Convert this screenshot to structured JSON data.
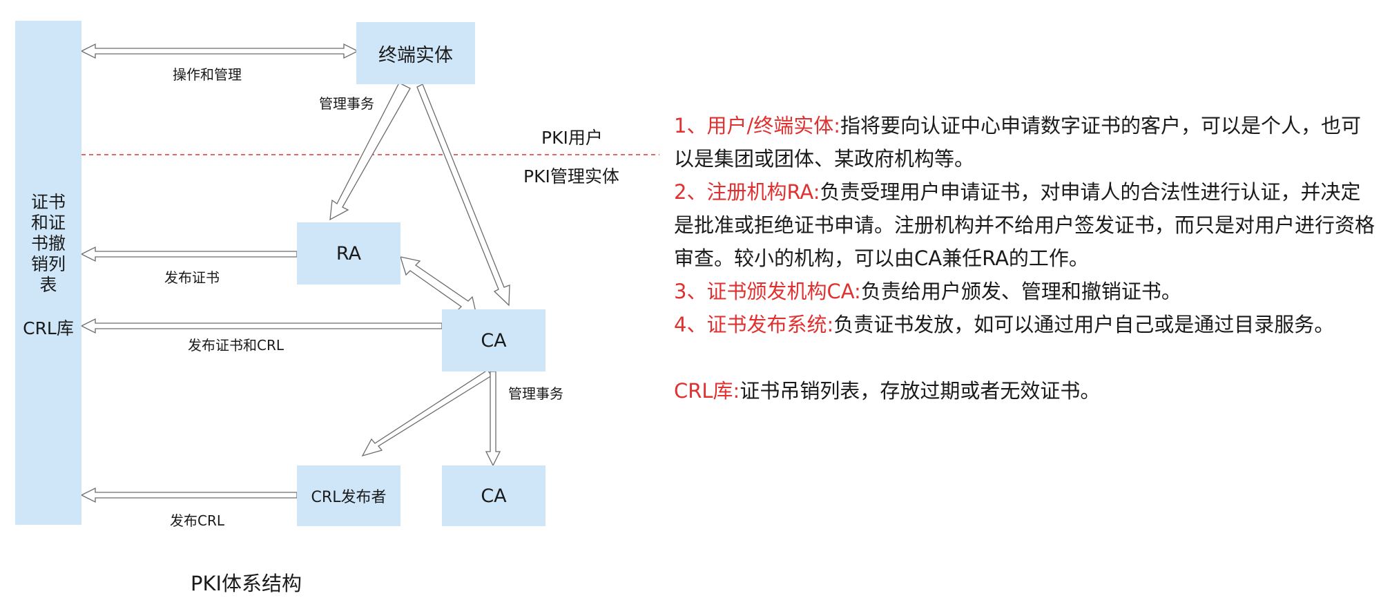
{
  "diagram": {
    "left_column": {
      "label": "证书\n和证\n书撤\n销列\n表",
      "crl_label": "CRL库"
    },
    "nodes": {
      "end_entity": "终端实体",
      "ra": "RA",
      "ca": "CA",
      "ca2": "CA",
      "crl_publisher": "CRL发布者"
    },
    "edge_labels": {
      "operate_manage": "操作和管理",
      "mgmt_affairs_top": "管理事务",
      "publish_cert": "发布证书",
      "publish_cert_crl": "发布证书和CRL",
      "mgmt_affairs_bottom": "管理事务",
      "publish_crl": "发布CRL"
    },
    "divider": {
      "upper_label": "PKI用户",
      "lower_label": "PKI管理实体",
      "color": "#e03030"
    },
    "caption": "PKI体系结构",
    "box_color": "#cfe6f8"
  },
  "descriptions": [
    {
      "term": "1、用户/终端实体:",
      "text": "指将要向认证中心申请数字证书的客户，可以是个人，也可以是集团或团体、某政府机构等。"
    },
    {
      "term": "2、注册机构RA:",
      "text": "负责受理用户申请证书，对申请人的合法性进行认证，并决定是批准或拒绝证书申请。注册机构并不给用户签发证书，而只是对用户进行资格审查。较小的机构，可以由CA兼任RA的工作。"
    },
    {
      "term": "3、证书颁发机构CA:",
      "text": "负责给用户颁发、管理和撤销证书。"
    },
    {
      "term": "4、证书发布系统:",
      "text": "负责证书发放，如可以通过用户自己或是通过目录服务。"
    },
    {
      "term": "CRL库:",
      "text": "证书吊销列表，存放过期或者无效证书。"
    }
  ],
  "accent_color": "#e03030"
}
